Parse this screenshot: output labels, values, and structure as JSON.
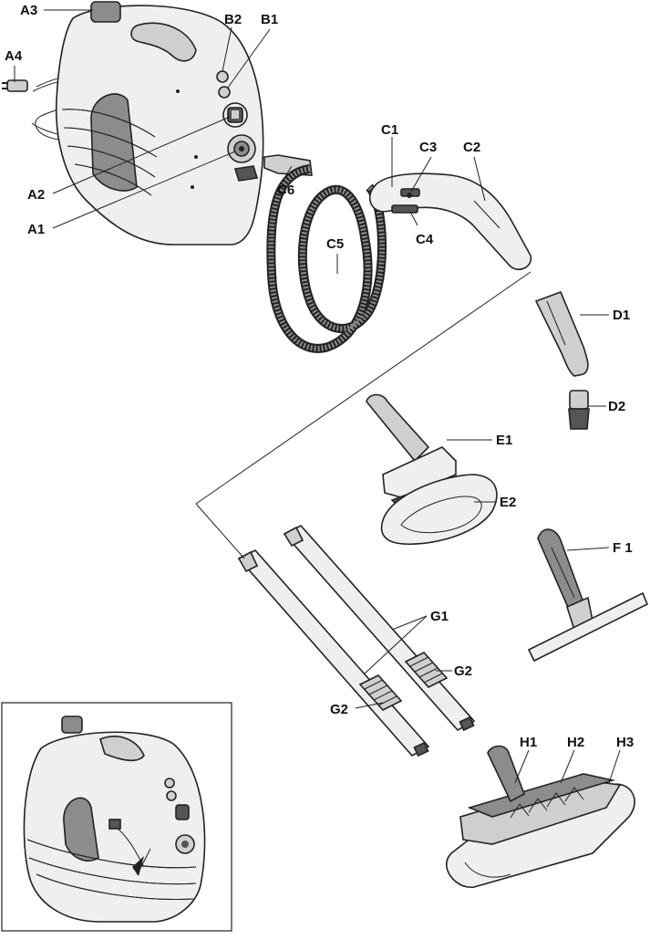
{
  "colors": {
    "body_light": "#efefef",
    "body_mid": "#cfcfcf",
    "shade": "#8c8c8c",
    "dark": "#555555",
    "line": "#222222"
  },
  "labels": {
    "A1": "A1",
    "A2": "A2",
    "A3": "A3",
    "A4": "A4",
    "B1": "B1",
    "B2": "B2",
    "C1": "C1",
    "C2": "C2",
    "C3": "C3",
    "C4": "C4",
    "C5": "C5",
    "C6": "C6",
    "D1": "D1",
    "D2": "D2",
    "E1": "E1",
    "E2": "E2",
    "F1": "F 1",
    "G1": "G1",
    "G2a": "G2",
    "G2b": "G2",
    "H1": "H1",
    "H2": "H2",
    "H3": "H3"
  }
}
